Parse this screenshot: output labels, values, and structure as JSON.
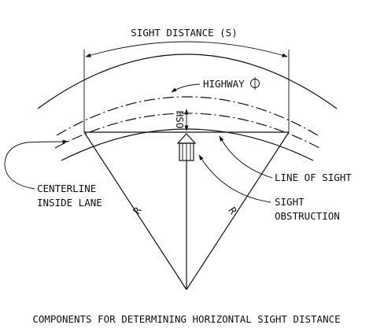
{
  "labels": {
    "sight_distance": "SIGHT DISTANCE (S)",
    "highway_cl": "HIGHWAY",
    "hso": "HSO",
    "line_of_sight": "LINE OF SIGHT",
    "centerline_line1": "CENTERLINE",
    "centerline_line2": "INSIDE LANE",
    "sight_line1": "SIGHT",
    "sight_line2": "OBSTRUCTION",
    "radius_left": "R",
    "radius_right": "R"
  },
  "caption": "COMPONENTS FOR DETERMINING HORIZONTAL SIGHT DISTANCE",
  "colors": {
    "ink": "#111111",
    "background": "#ffffff"
  },
  "icons": {
    "centerline_symbol": "centerline-symbol-icon",
    "obstruction": "building-icon"
  }
}
